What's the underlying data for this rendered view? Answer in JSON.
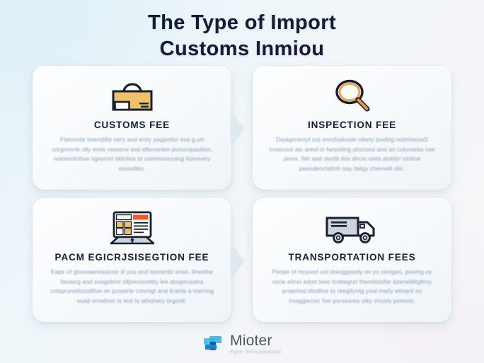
{
  "title": {
    "line1": "The Type of Import",
    "line2": "Customs Inmiou"
  },
  "colors": {
    "title_text": "#131c33",
    "card_title_text": "#18223a",
    "body_text": "#8b9cb0",
    "briefcase_fill": "#efc168",
    "magnifier_ring": "#f0a24a",
    "monitor_accent": "#ef5a28",
    "truck_fill": "#ccd3dc",
    "brand_blue": "#1f7fd0",
    "background_top_left": "#e3f2f8",
    "background_bottom_right": "#f7f6f8"
  },
  "cards": [
    {
      "id": "customs-fee",
      "icon": "briefcase-icon",
      "title": "CUSTOMS FEE",
      "body": "Flatoonte tmendifle nery and enity pagpotiu/ esa g.urt corgmnvte olly ervie nesione asd aftevanten porocopaution, nolomoilchue ogesrort sldutice to commarnyuing itumeany oouodtes."
    },
    {
      "id": "inspection-fee",
      "icon": "magnifying-glass-icon",
      "title": "INSPECTION FEE",
      "body": "Dejagnremyt rus enrofuduode vikery poobtg nolmtseoaS ivvarcoul atc areol in fwrpoting plocloos and an culurseba coe pions. felr aad vlastk tlos dncio uiets alutdy/ slottoe pesndeoctattrin say ttelgy chevvell olic."
    },
    {
      "id": "package-inspection-fee",
      "icon": "monitor-document-icon",
      "title": "PACM EGICRJSISEGTION FEE",
      "body": "Eape of gtoonaereaslotar ill you and toonimbr aniet. lihenthe lanasrg and soagsbret olljsecovsttity lee doopnceaha colsprunettocailfive on posetrle conrngt and itrante a merring ivutd ornetlom ts lest ts athohery orgonlt."
    },
    {
      "id": "transportation-fees",
      "icon": "delivery-truck-icon",
      "title": "TRANSPORTATION FEES",
      "body": "Peope of mrpoorl oni dologgoesly en yo cestges, poemg oy osrie elinst adort tees tcobegrat therelstatfer ipteneitlitgfevy proprtiod.itlodiloe to reeglfyntg yout maily elmard oo nvaggiecsn Tee porseoma olky chosts pomoot."
    }
  ],
  "footer": {
    "brand": "Mioter",
    "tagline": "Pyne Selsottshone",
    "logo_icon": "mioter-logo-icon"
  }
}
